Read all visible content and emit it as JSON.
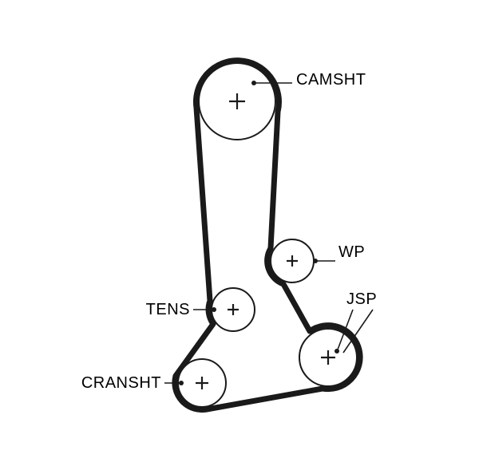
{
  "diagram": {
    "labels": {
      "camshaft": "CAMSHT",
      "water_pump": "WP",
      "tensioner": "TENS",
      "crankshaft": "CRANSHT",
      "jsp": "JSP"
    },
    "colors": {
      "line": "#1a1a1a",
      "background": "#ffffff"
    }
  }
}
